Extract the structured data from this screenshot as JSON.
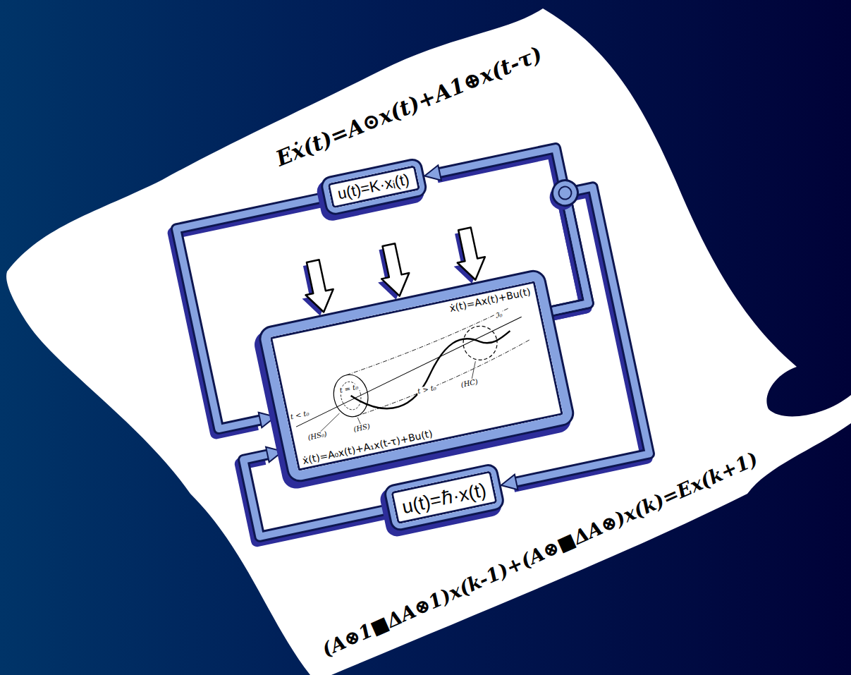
{
  "diagram": {
    "nodes": [
      {
        "text": [
          "u(t)=K·xᵢ(t)"
        ]
      },
      {
        "text": [
          "ẋ(t)=Ax(t)+Bu(t)",
          "ẋ(t)=A₀x(t)+A₁x(t-τ)+Bu(t)"
        ]
      },
      {
        "text": [
          "u(t)=ℏ·x(t)"
        ]
      }
    ],
    "edges": [
      {
        "from": 1,
        "to": 0,
        "arrow": "to"
      },
      {
        "from": 1,
        "to": 2,
        "arrow": "to"
      },
      {
        "from": 0,
        "to": 1,
        "arrow": "to"
      },
      {
        "from": 2,
        "to": 1,
        "arrow": "to"
      }
    ],
    "labels": [
      "Eẋ(t)=A⊙x(t)+A1⊕x(t-τ)",
      "ℑ₀",
      "t = t₀",
      "t < t₀",
      "t > t₀",
      "(HS₀)",
      "(HS)",
      "(HC)",
      "(A⊗1■ΔA⊗1)x(k-1)+(A⊗■ΔA⊗)x(k)=Ex(k+1)"
    ]
  }
}
